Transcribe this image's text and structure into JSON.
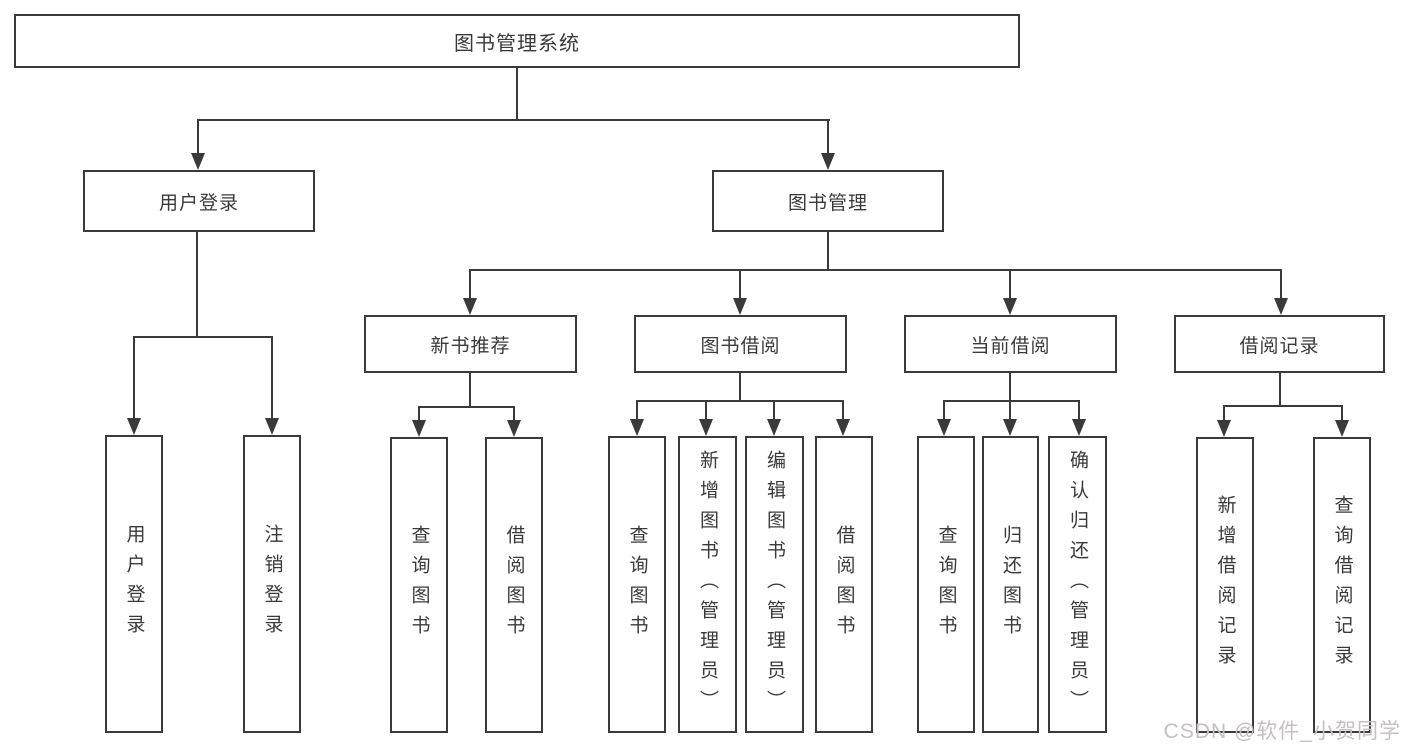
{
  "diagram": {
    "root": "图书管理系统",
    "level2": [
      "用户登录",
      "图书管理"
    ],
    "login_children": [
      "用户登录",
      "注销登录"
    ],
    "modules": [
      {
        "label": "新书推荐",
        "children": [
          "查询图书",
          "借阅图书"
        ]
      },
      {
        "label": "图书借阅",
        "children": [
          "查询图书",
          "新增图书（管理员）",
          "编辑图书（管理员）",
          "借阅图书"
        ]
      },
      {
        "label": "当前借阅",
        "children": [
          "查询图书",
          "归还图书",
          "确认归还（管理员）"
        ]
      },
      {
        "label": "借阅记录",
        "children": [
          "新增借阅记录",
          "查询借阅记录"
        ]
      }
    ],
    "watermark": "CSDN @软件_小贺同学"
  },
  "colors": {
    "line": "#3a3a3a",
    "text": "#3a3a3a",
    "watermark": "#c6c0c0",
    "background": "#ffffff"
  }
}
